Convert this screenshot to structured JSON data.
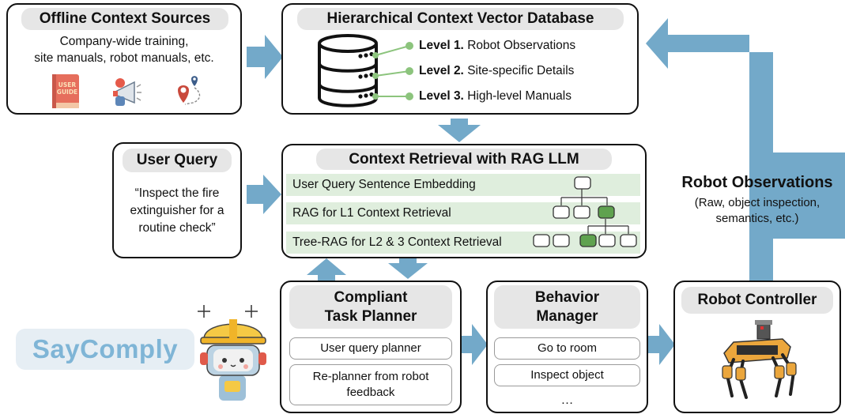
{
  "offline": {
    "title": "Offline Context Sources",
    "desc_line1": "Company-wide training,",
    "desc_line2": "site manuals, robot manuals, etc.",
    "icons": [
      "user-guide-book-icon",
      "megaphone-icon",
      "map-route-pin-icon"
    ],
    "book_label_1": "USER",
    "book_label_2": "GUIDE"
  },
  "database": {
    "title": "Hierarchical Context Vector Database",
    "levels": [
      {
        "tag": "Level 1.",
        "text": "Robot Observations"
      },
      {
        "tag": "Level 2.",
        "text": "Site-specific Details"
      },
      {
        "tag": "Level 3.",
        "text": "High-level Manuals"
      }
    ]
  },
  "user_query": {
    "title": "User Query",
    "line1": "“Inspect the fire",
    "line2": "extinguisher for a",
    "line3": "routine check”"
  },
  "retrieval": {
    "title": "Context Retrieval with RAG LLM",
    "rows": [
      "User Query Sentence Embedding",
      "RAG for L1 Context Retrieval",
      "Tree-RAG for L2 & 3 Context Retrieval"
    ]
  },
  "observations": {
    "title": "Robot Observations",
    "line1": "(Raw, object inspection,",
    "line2": "semantics, etc.)"
  },
  "planner": {
    "title_line1": "Compliant",
    "title_line2": "Task Planner",
    "item1": "User query planner",
    "item2_line1": "Re-planner from robot",
    "item2_line2": "feedback"
  },
  "behavior": {
    "title_line1": "Behavior",
    "title_line2": "Manager",
    "item1": "Go to room",
    "item2": "Inspect object",
    "ellipsis": "…"
  },
  "controller": {
    "title": "Robot Controller"
  },
  "brand": {
    "name": "SayComply"
  },
  "colors": {
    "arrow": "#73a9c9",
    "retrieval_band": "#dfeedd",
    "tree_highlight": "#5fa24f",
    "level_connector": "#8cc47d",
    "brand_text": "#7fb5d6",
    "robot_legs": "#e89a2c"
  }
}
